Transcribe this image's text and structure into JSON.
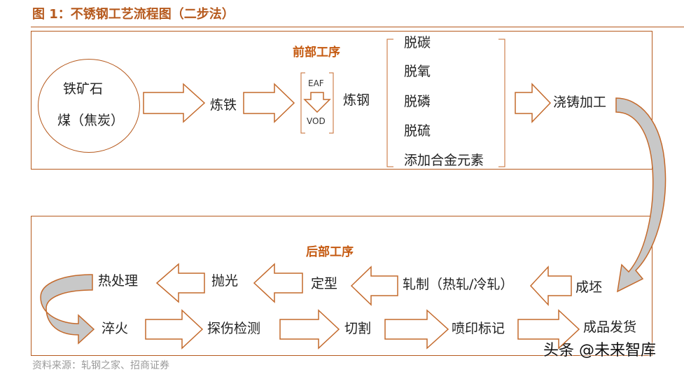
{
  "figure": {
    "title": "图 1：不锈钢工艺流程图（二步法）",
    "source": "资料来源：轧钢之家、招商证券",
    "watermark": "头条 @未来智库"
  },
  "front_section": {
    "title": "前部工序",
    "raw_materials": [
      "铁矿石",
      "煤（焦炭）"
    ],
    "ironmaking": "炼铁",
    "furnace_top": "EAF",
    "furnace_bottom": "VOD",
    "steelmaking": "炼钢",
    "refining_steps": [
      "脱碳",
      "脱氧",
      "脱磷",
      "脱硫",
      "添加合金元素"
    ],
    "casting": "浇铸加工"
  },
  "back_section": {
    "title": "后部工序",
    "row1": [
      "成坯",
      "轧制（热轧/冷轧）",
      "定型",
      "抛光",
      "热处理"
    ],
    "row2": [
      "淬火",
      "探伤检测",
      "切割",
      "喷印标记",
      "成品发货"
    ]
  },
  "colors": {
    "title": "#b65a1e",
    "section_title": "#c55a11",
    "border": "#b65a1e",
    "arrow_fill": "#ffffff",
    "curve_fill": "#c8c8c8"
  }
}
